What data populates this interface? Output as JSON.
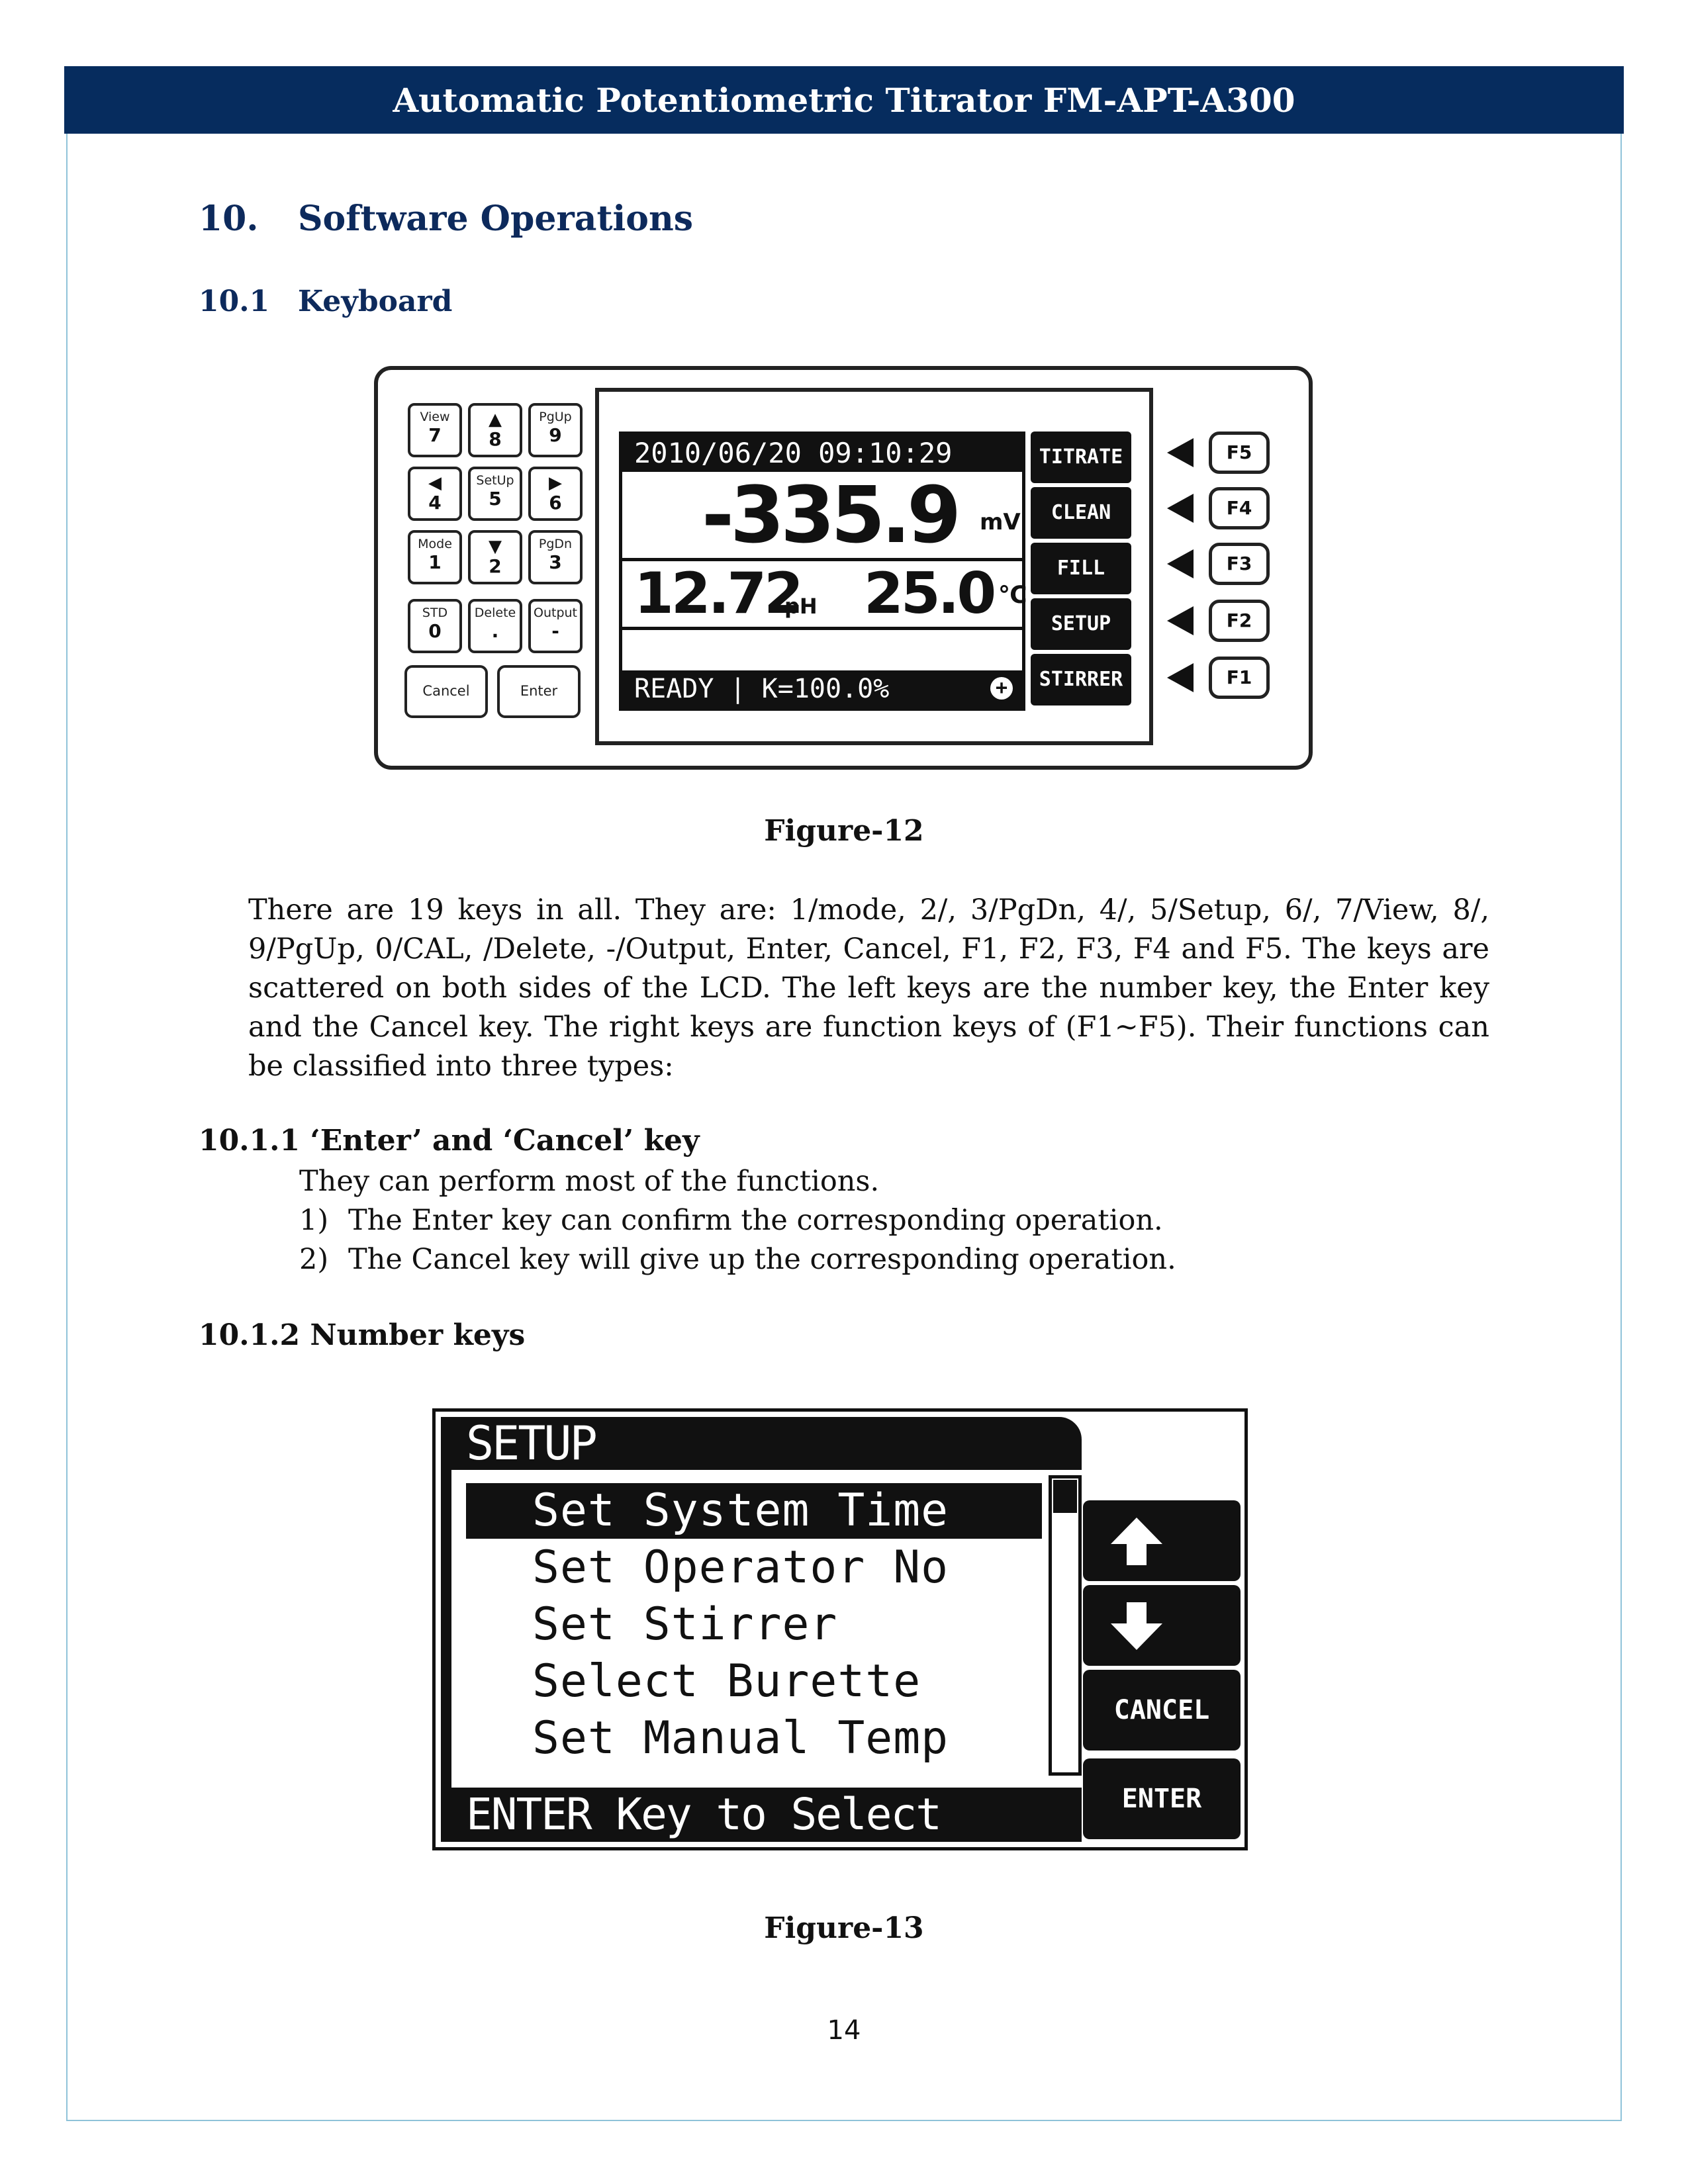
{
  "header": {
    "title": "Automatic Potentiometric Titrator FM-APT-A300"
  },
  "section": {
    "number": "10.",
    "title": "Software Operations"
  },
  "subsection": {
    "number": "10.1",
    "title": "Keyboard"
  },
  "figure12": {
    "caption": "Figure-12",
    "keypad": [
      {
        "top": "View",
        "bottom": "7"
      },
      {
        "top": "▲",
        "bottom": "8"
      },
      {
        "top": "PgUp",
        "bottom": "9"
      },
      {
        "top": "◀",
        "bottom": "4"
      },
      {
        "top": "SetUp",
        "bottom": "5"
      },
      {
        "top": "▶",
        "bottom": "6"
      },
      {
        "top": "Mode",
        "bottom": "1"
      },
      {
        "top": "▼",
        "bottom": "2"
      },
      {
        "top": "PgDn",
        "bottom": "3"
      },
      {
        "top": "STD",
        "bottom": "0"
      },
      {
        "top": "Delete",
        "bottom": "."
      },
      {
        "top": "Output",
        "bottom": "-"
      }
    ],
    "cancel_label": "Cancel",
    "enter_label": "Enter",
    "lcd": {
      "datetime": "2010/06/20 09:10:29",
      "mv_value": "-335.9",
      "mv_unit": "mV",
      "ph_value": "12.72",
      "ph_unit": "pH",
      "temp_value": "25.0",
      "temp_unit": "℃",
      "status": "READY | K=100.0%"
    },
    "function_buttons": [
      "TITRATE",
      "CLEAN",
      "FILL",
      "SETUP",
      "STIRRER"
    ],
    "function_keys": [
      "F5",
      "F4",
      "F3",
      "F2",
      "F1"
    ]
  },
  "body_paragraph": "There are 19 keys in all. They are: 1/mode, 2/, 3/PgDn, 4/, 5/Setup, 6/, 7/View, 8/, 9/PgUp, 0/CAL, /Delete, -/Output, Enter, Cancel, F1, F2, F3, F4 and F5. The keys are scattered on both sides of the LCD. The left keys are the number key, the Enter key and the Cancel key. The right keys are function keys of (F1~F5). Their functions can be classified into three types:",
  "subsub1": {
    "heading": "10.1.1 ‘Enter’ and ‘Cancel’ key",
    "intro": "They can perform most of the functions.",
    "items": [
      {
        "marker": "1)",
        "text": "The Enter key can confirm the corresponding operation."
      },
      {
        "marker": "2)",
        "text": "The Cancel key will give up the corresponding operation."
      }
    ]
  },
  "subsub2": {
    "heading": "10.1.2 Number keys"
  },
  "figure13": {
    "caption": "Figure-13",
    "title": "SETUP",
    "items": [
      "Set System Time",
      "Set Operator No",
      "Set Stirrer",
      "Select Burette",
      "Set Manual Temp"
    ],
    "status": "ENTER Key to Select",
    "buttons": {
      "up": "up-arrow-icon",
      "down": "down-arrow-icon",
      "cancel": "CANCEL",
      "enter": "ENTER"
    }
  },
  "page_number": "14"
}
